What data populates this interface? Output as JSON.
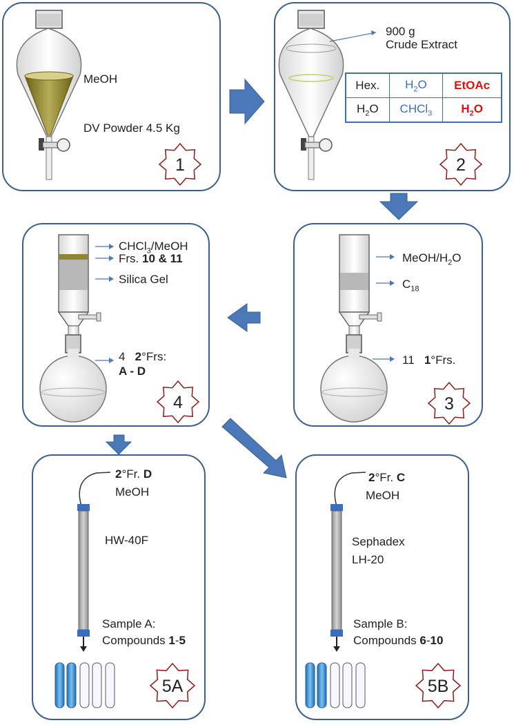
{
  "step1": {
    "solvent": "MeOH",
    "material": "DV Powder 4.5 Kg",
    "number": "1"
  },
  "step2": {
    "amount": "900 g",
    "extract": "Crude Extract",
    "number": "2",
    "partition": {
      "row1": [
        "Hex.",
        "H2O",
        "EtOAc"
      ],
      "row2": [
        "H2O",
        "CHCl3",
        "H2O"
      ]
    }
  },
  "step3": {
    "eluent": "MeOH/H2O",
    "phase": "C18",
    "fractions_count": "11",
    "fractions_label": "1°Frs.",
    "number": "3"
  },
  "step4": {
    "eluent": "CHCl3/MeOH",
    "frs_prefix": "Frs.",
    "frs_bold": "10 & 11",
    "phase": "Silica Gel",
    "fractions_count": "4",
    "fractions_label": "2°Frs:",
    "fractions_range": "A - D",
    "number": "4"
  },
  "step5a": {
    "fraction_prefix": "2°Fr.",
    "fraction_bold": "D",
    "solvent": "MeOH",
    "resin": "HW-40F",
    "sample": "Sample A:",
    "compounds_prefix": "Compounds",
    "compounds_bold": "1-5",
    "number": "5A"
  },
  "step5b": {
    "fraction_prefix": "2°Fr.",
    "fraction_bold": "C",
    "solvent": "MeOH",
    "resin_line1": "Sephadex",
    "resin_line2": "LH-20",
    "sample": "Sample B:",
    "compounds_prefix": "Compounds",
    "compounds_bold": "6-10",
    "number": "5B"
  },
  "colors": {
    "panel_border": "#3a5f8f",
    "arrow": "#4a78b8",
    "star": "#8b1a1a",
    "red_text": "#e01010",
    "accent_blue": "#3a6ebd"
  }
}
